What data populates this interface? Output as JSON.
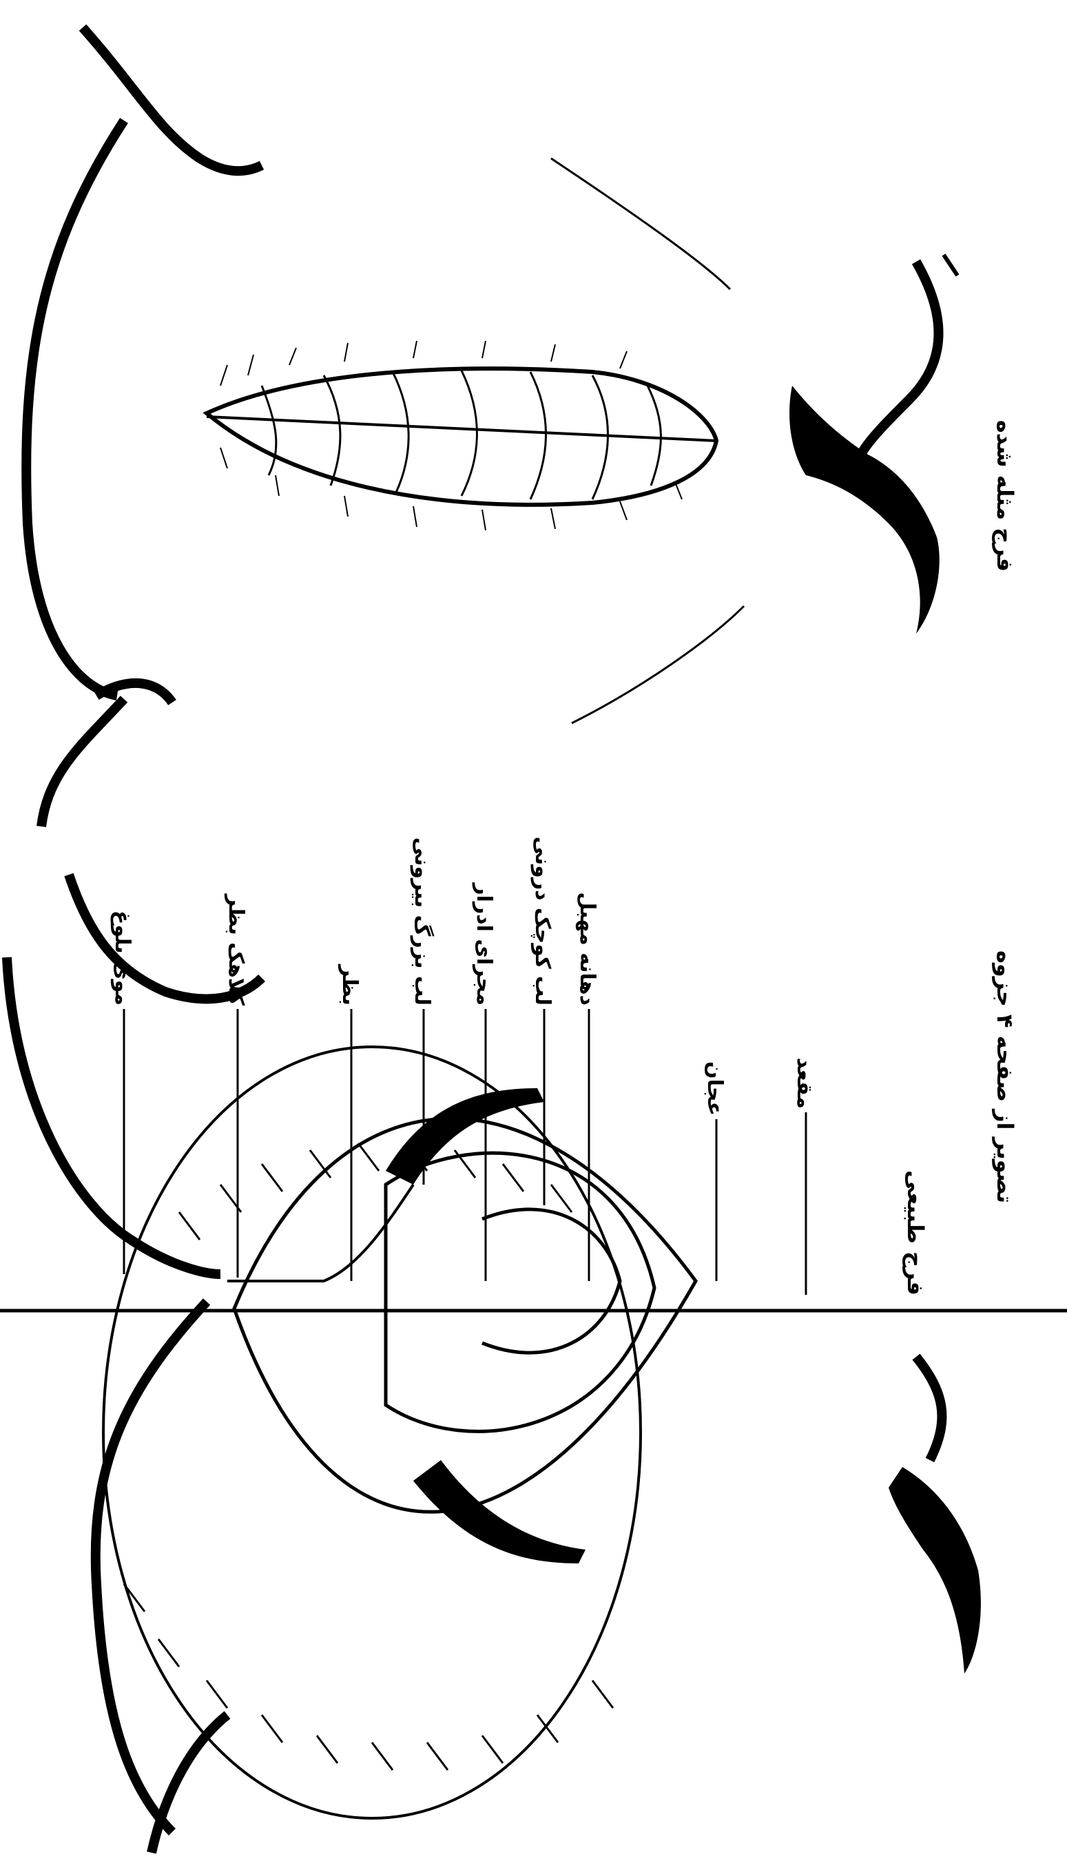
{
  "figure": {
    "caption": "تصویر از صفحه ۴ جزوه",
    "colors": {
      "ink": "#000000",
      "paper": "#ffffff"
    }
  },
  "left_figure": {
    "title": "فرج طبیعی",
    "labels": [
      "موی بلوغ",
      "کلاهک بظر",
      "بظر",
      "لب بزرگ بیرونی",
      "مجرای ادرار",
      "لب کوچک درونی",
      "دهانه مهبل",
      "عجان",
      "مقعد"
    ]
  },
  "right_figure": {
    "title": "فرج مثله شده"
  }
}
